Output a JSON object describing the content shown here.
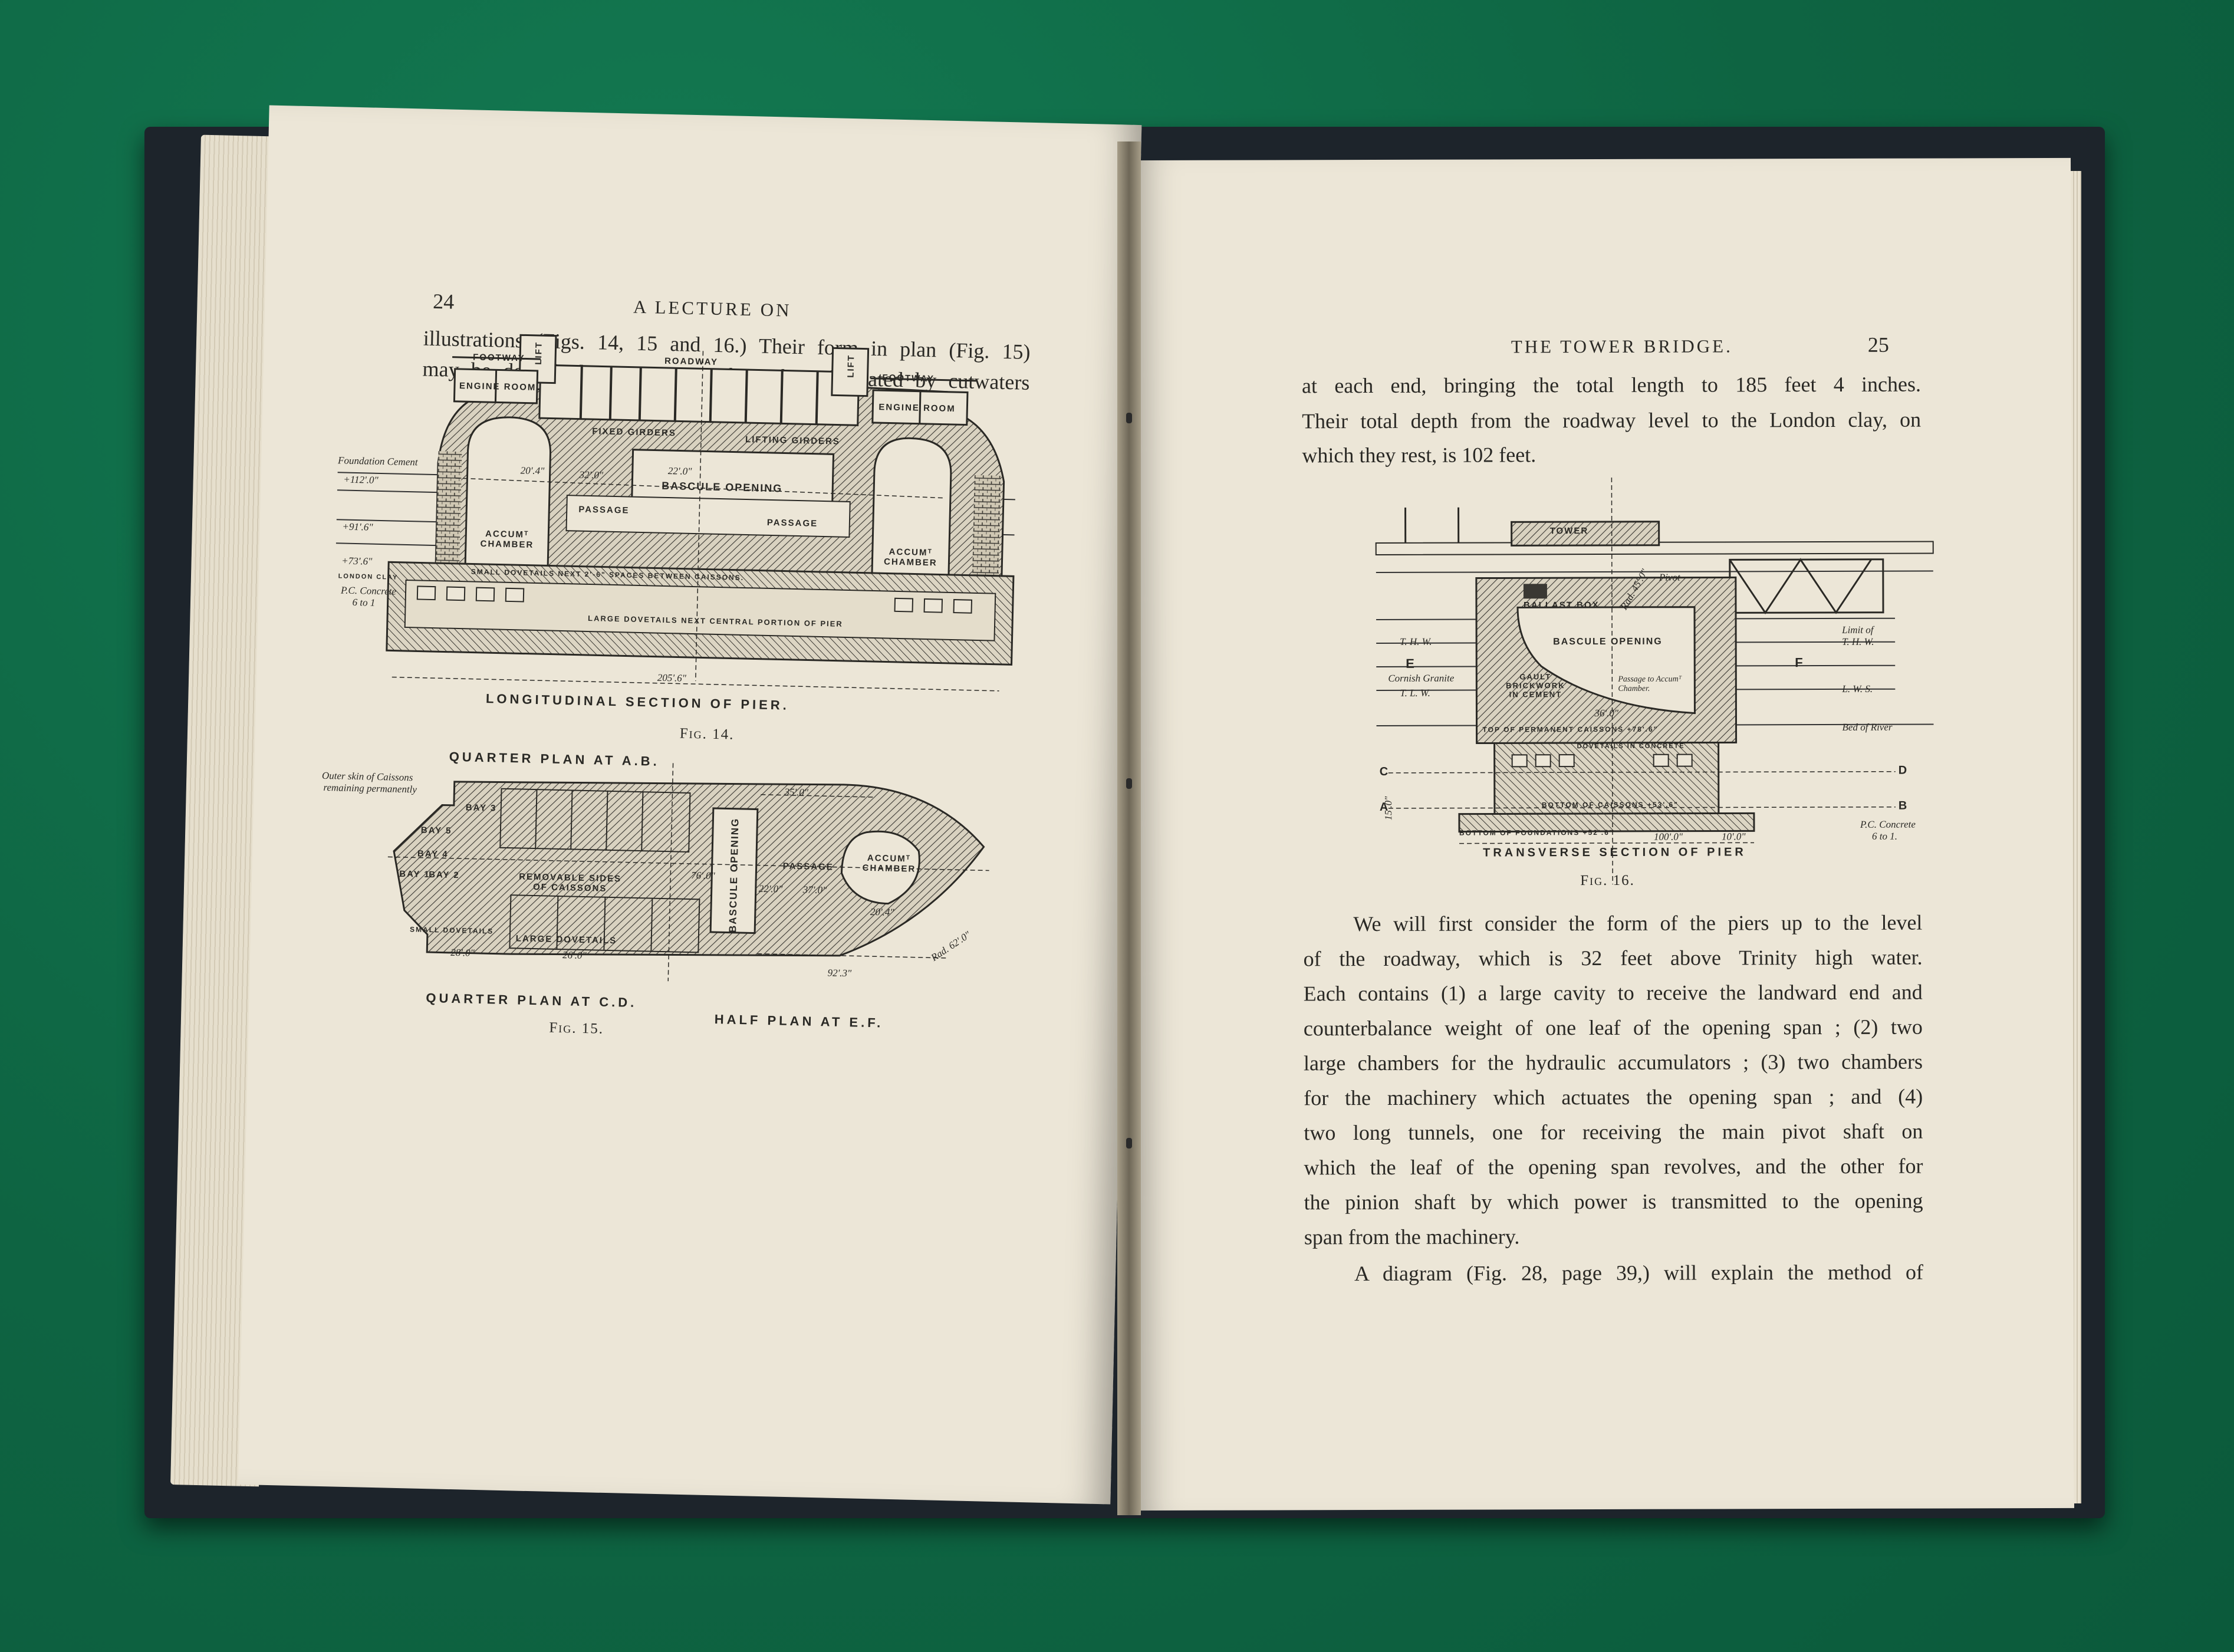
{
  "left_page": {
    "page_number": "24",
    "running_head": "A LECTURE ON",
    "lines": [
      "illustrations (Figs. 14, 15 and 16.)  Their form in plan (Fig. 15)",
      "may be described as a square of 70 feet elongated by cutwaters"
    ],
    "fig14": {
      "caption": "Fig. 14.",
      "title": "LONGITUDINAL SECTION OF PIER.",
      "labels": {
        "footway_left": "FOOTWAY",
        "footway_right": "FOOTWAY",
        "roadway": "ROADWAY",
        "engine_room_left": "ENGINE ROOM",
        "engine_room_right": "ENGINE ROOM",
        "lift_left": "LIFT",
        "lift_right": "LIFT",
        "fixed_girders": "FIXED GIRDERS",
        "lifting_girders": "LIFTING GIRDERS",
        "bascule_opening": "BASCULE OPENING",
        "passage_left": "PASSAGE",
        "passage_right": "PASSAGE",
        "accum_left": "ACCUMᵀ CHAMBER",
        "accum_right": "ACCUMᵀ CHAMBER",
        "small_dovetails": "SMALL DOVETAILS NEXT 2'-6\" SPACES BETWEEN CAISSONS.",
        "large_dovetails": "LARGE DOVETAILS NEXT CENTRAL PORTION OF PIER",
        "foundation_cement": "Foundation Cement",
        "london_clay": "LONDON CLAY",
        "pc_concrete": "P.C. Concrete",
        "ratio": "6 to 1",
        "dim_22": "22'.0\"",
        "dim_overall": "205'.6\"",
        "level_1": "+112'.0\"",
        "level_2": "+91'.6\"",
        "level_3": "+73'.6\"",
        "dim_20": "20'.4\"",
        "dim_32": "32'.0\""
      }
    },
    "fig15": {
      "caption": "Fig. 15.",
      "title_top": "QUARTER PLAN AT A.B.",
      "title_bottom_left": "QUARTER PLAN AT C.D.",
      "title_bottom_right": "HALF PLAN AT E.F.",
      "labels": {
        "outer_skin": "Outer skin of Caissons",
        "remaining": "remaining permanently",
        "bay_1": "BAY 1",
        "bay_2": "BAY 2",
        "bay_3": "BAY 3",
        "bay_4": "BAY 4",
        "bay_5": "BAY 5",
        "removable_sides": "REMOVABLE SIDES OF CAISSONS",
        "small_dovetails": "SMALL DOVETAILS",
        "large_dovetails": "LARGE DOVETAILS",
        "bascule_opening": "BASCULE OPENING",
        "passage": "PASSAGE",
        "accum": "ACCUMᵀ CHAMBER",
        "dim_35": "35'.0\"",
        "dim_22": "22'.0\"",
        "dim_20": "20'.4\"",
        "dim_92": "92'.3\"",
        "dim_76": "76'.0\"",
        "dim_37": "37'.0\"",
        "dim_28": "28'.0\"",
        "dim_26": "26'.0\"",
        "rad": "Rad. 62'.0\""
      }
    }
  },
  "right_page": {
    "page_number": "25",
    "running_head": "THE TOWER BRIDGE.",
    "lines_top": [
      "at each end, bringing the total length to 185 feet 4 inches.",
      "Their total depth from the roadway level to the London clay, on",
      "which they rest, is 102 feet."
    ],
    "fig16": {
      "caption": "Fig. 16.",
      "title": "TRANSVERSE SECTION OF PIER",
      "labels": {
        "tower": "TOWER",
        "pivot": "Pivot",
        "ballast_box": "BALLAST BOX",
        "bascule_opening": "BASCULE OPENING",
        "thw": "T. H. W.",
        "limit": "Limit of",
        "limit_thw": "T. H. W.",
        "cornish_granite": "Cornish Granite",
        "tlw": "T. L. W.",
        "lws": "L. W. S.",
        "gault": "GAULT BRICKWORK IN CEMENT",
        "passage_accum": "Passage to Accumᵀ Chamber.",
        "permanent_caissons": "TOP OF PERMANENT CAISSONS +78'.6\"",
        "bed_of_river": "Bed of River",
        "dovetails": "DOVETAILS IN CONCRETE",
        "bottom_caissons": "BOTTOM OF CAISSONS +53'.6\"",
        "bottom_foundations": "BOTTOM OF FOUNDATIONS +52'.6\"",
        "pc_concrete": "P.C. Concrete",
        "ratio": "6 to 1.",
        "dim_100": "100'.0\"",
        "dim_36": "36'.0\"",
        "dim_10": "10'.0\"",
        "dim_15": "15'.0\"",
        "rad": "Rad. 45'.0\"",
        "e": "E",
        "f": "F",
        "c": "C",
        "d": "D",
        "a": "A",
        "b": "B"
      }
    },
    "lines_body": [
      "We will first consider the form of the piers up to the level",
      "of the roadway, which is 32 feet above Trinity high water.",
      "Each contains (1) a large cavity to receive the landward end and",
      "counterbalance weight of one leaf of the opening span ; (2) two",
      "large chambers for the hydraulic accumulators ; (3) two chambers",
      "for the machinery which actuates the opening span ; and (4)",
      "two long tunnels, one for receiving the main pivot shaft on",
      "which the leaf of the opening span revolves, and the other for",
      "the pinion shaft by which power is transmitted to the opening",
      "span from the machinery."
    ],
    "lines_last": [
      "A diagram (Fig. 28, page 39,) will explain the method of"
    ]
  }
}
